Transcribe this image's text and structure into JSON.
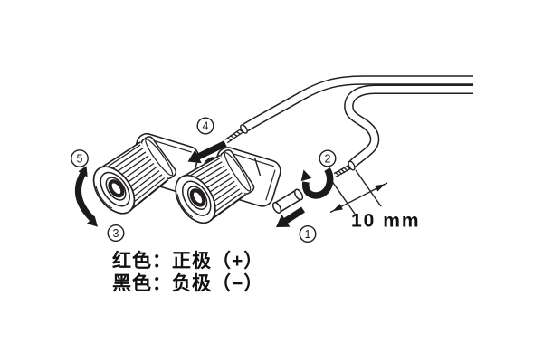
{
  "diagram": {
    "background_color": "#ffffff",
    "line_color": "#231f20",
    "steps": [
      {
        "label": "1"
      },
      {
        "label": "2"
      },
      {
        "label": "3"
      },
      {
        "label": "4"
      },
      {
        "label": "5"
      }
    ],
    "dimension_label": "10 mm",
    "legend": {
      "line1": "红色：正极（+）",
      "line2": "黑色：负极（−）"
    }
  }
}
